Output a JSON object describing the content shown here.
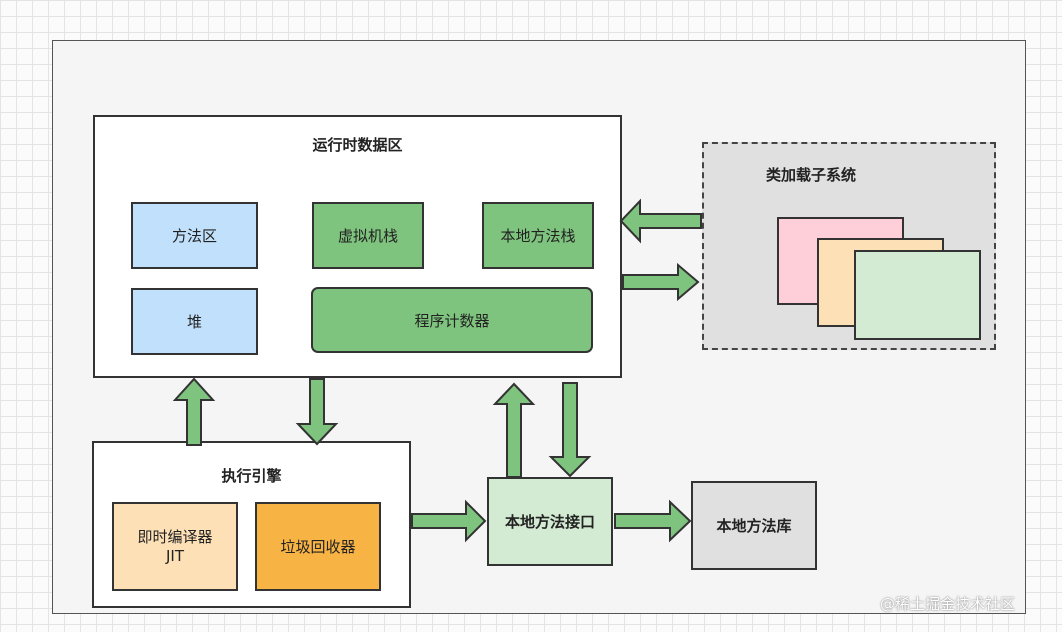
{
  "runtime_area": {
    "title": "运行时数据区",
    "method_area": "方法区",
    "vm_stack": "虚拟机栈",
    "native_method_stack": "本地方法栈",
    "heap": "堆",
    "program_counter": "程序计数器"
  },
  "class_loader": {
    "title": "类加载子系统"
  },
  "execution_engine": {
    "title": "执行引擎",
    "jit_compiler": [
      "即时编译器",
      "JIT"
    ],
    "garbage_collector": "垃圾回收器"
  },
  "native_interface": "本地方法接口",
  "native_library": "本地方法库",
  "watermark": "@稀土掘金技术社区",
  "colors": {
    "arrow_fill": "#7ec47e",
    "blue_box": "#c1e0fb",
    "green_box": "#7ec47e",
    "light_green_box": "#d4ebd3",
    "peach_box": "#fde0b6",
    "orange_box": "#f8b345",
    "gray_box": "#e0e0e0",
    "pink_box": "#ffcfd9"
  }
}
